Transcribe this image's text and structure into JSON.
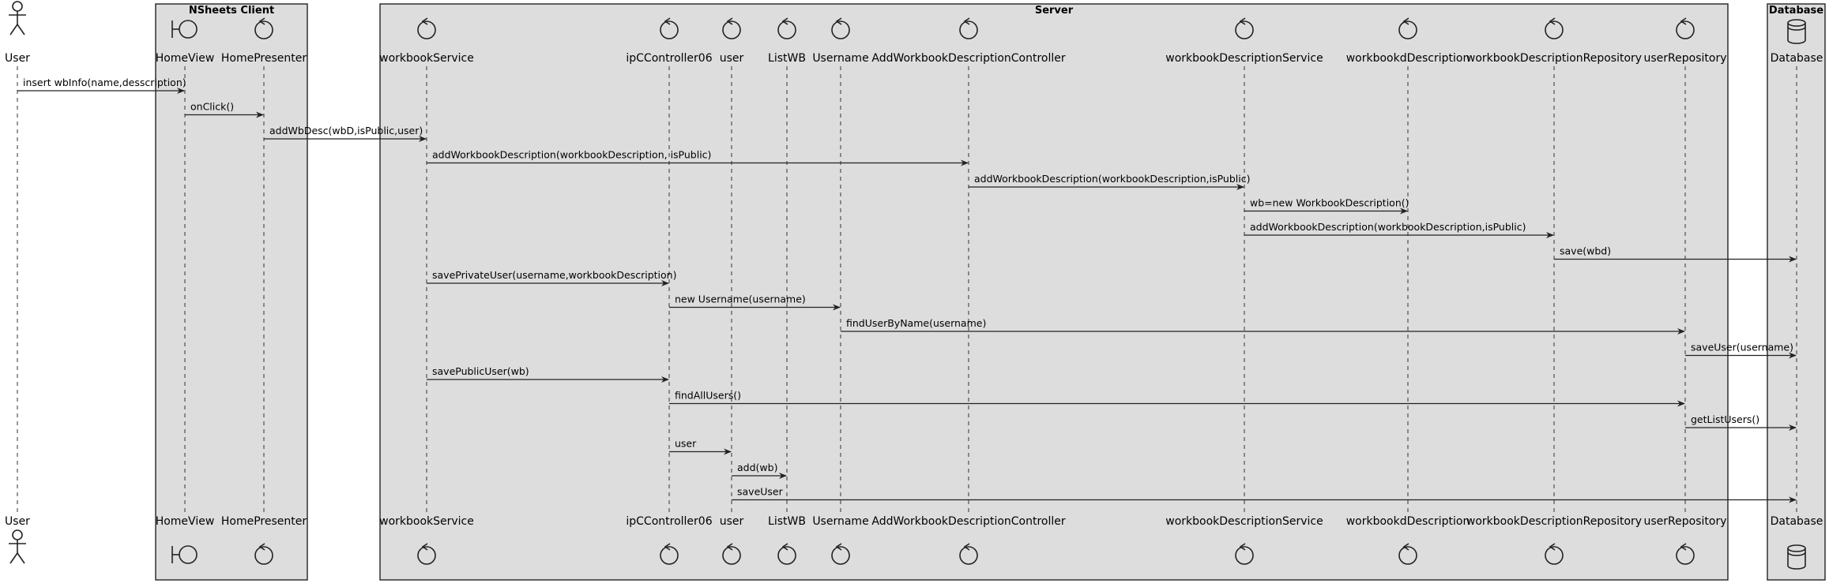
{
  "diagram": {
    "type": "sequence",
    "boxes": [
      {
        "id": "client",
        "title": "NSheets Client"
      },
      {
        "id": "server",
        "title": "Server"
      },
      {
        "id": "database",
        "title": "Database"
      }
    ],
    "participants": [
      {
        "id": "user_actor",
        "label": "User",
        "kind": "actor"
      },
      {
        "id": "homeview",
        "label": "HomeView",
        "kind": "boundary"
      },
      {
        "id": "homepresenter",
        "label": "HomePresenter",
        "kind": "control"
      },
      {
        "id": "workbookservice",
        "label": "workbookService",
        "kind": "control"
      },
      {
        "id": "ipccontroller06",
        "label": "ipCController06",
        "kind": "control"
      },
      {
        "id": "user_ctrl",
        "label": "user",
        "kind": "control"
      },
      {
        "id": "listwb",
        "label": "ListWB",
        "kind": "control"
      },
      {
        "id": "username",
        "label": "Username",
        "kind": "control"
      },
      {
        "id": "addwbdesccontroller",
        "label": "AddWorkbookDescriptionController",
        "kind": "control"
      },
      {
        "id": "wbdescservice",
        "label": "workbookDescriptionService",
        "kind": "control"
      },
      {
        "id": "wbddescription",
        "label": "workbookdDescription",
        "kind": "control"
      },
      {
        "id": "wbdescrepository",
        "label": "workbookDescriptionRepository",
        "kind": "control"
      },
      {
        "id": "userrepository",
        "label": "userRepository",
        "kind": "control"
      },
      {
        "id": "database",
        "label": "Database",
        "kind": "database"
      }
    ],
    "messages": [
      {
        "from": "user_actor",
        "to": "homeview",
        "label": "insert wbInfo(name,desscription)"
      },
      {
        "from": "homeview",
        "to": "homepresenter",
        "label": "onClick()"
      },
      {
        "from": "homepresenter",
        "to": "workbookservice",
        "label": "addWbDesc(wbD,isPublic,user)"
      },
      {
        "from": "workbookservice",
        "to": "addwbdesccontroller",
        "label": "addWorkbookDescription(workbookDescription, isPublic)"
      },
      {
        "from": "addwbdesccontroller",
        "to": "wbdescservice",
        "label": "addWorkbookDescription(workbookDescription,isPublic)"
      },
      {
        "from": "wbdescservice",
        "to": "wbddescription",
        "label": "wb=new WorkbookDescription()"
      },
      {
        "from": "wbdescservice",
        "to": "wbdescrepository",
        "label": "addWorkbookDescription(workbookDescription,isPublic)"
      },
      {
        "from": "wbdescrepository",
        "to": "database",
        "label": "save(wbd)"
      },
      {
        "from": "workbookservice",
        "to": "ipccontroller06",
        "label": "savePrivateUser(username,workbookDescription)"
      },
      {
        "from": "ipccontroller06",
        "to": "username",
        "label": "new Username(username)"
      },
      {
        "from": "username",
        "to": "userrepository",
        "label": "findUserByName(username)"
      },
      {
        "from": "userrepository",
        "to": "database",
        "label": "saveUser(username)"
      },
      {
        "from": "workbookservice",
        "to": "ipccontroller06",
        "label": "savePublicUser(wb)"
      },
      {
        "from": "ipccontroller06",
        "to": "userrepository",
        "label": "findAllUsers()"
      },
      {
        "from": "userrepository",
        "to": "database",
        "label": "getListUsers()"
      },
      {
        "from": "ipccontroller06",
        "to": "user_ctrl",
        "label": "user"
      },
      {
        "from": "user_ctrl",
        "to": "listwb",
        "label": "add(wb)"
      },
      {
        "from": "user_ctrl",
        "to": "database",
        "label": "saveUser"
      }
    ]
  }
}
